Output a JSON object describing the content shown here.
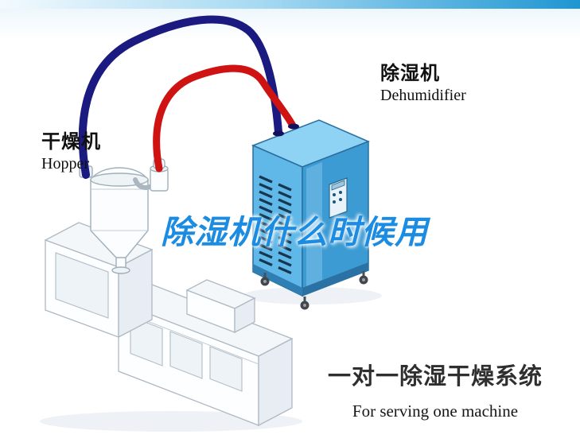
{
  "labels": {
    "dryer_cn": "干燥机",
    "dryer_en": "Hopper",
    "dehumidifier_cn": "除湿机",
    "dehumidifier_en": "Dehumidifier"
  },
  "watermark": {
    "text": "除湿机什么时候用"
  },
  "caption": {
    "cn": "一对一除湿干燥系统",
    "en": "For serving one machine"
  },
  "colors": {
    "pipe_blue": "#1a1a80",
    "pipe_red": "#cf1212",
    "machine_top": "#8ed2f4",
    "machine_front": "#5fb8e8",
    "machine_side": "#3d9bd3",
    "watermark_blue": "#1b8ce2",
    "header_blue": "#1e96d2"
  }
}
